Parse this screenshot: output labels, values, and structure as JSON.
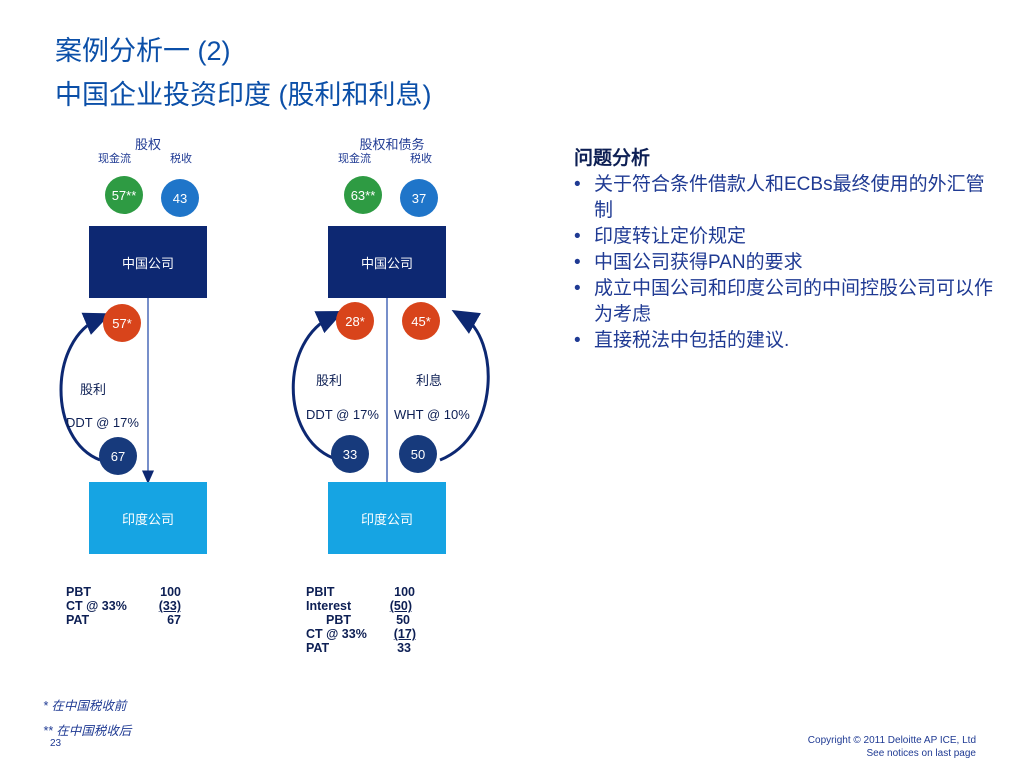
{
  "title": {
    "line1": "案例分析一 (2)",
    "line2": "中国企业投资印度 (股利和利息)"
  },
  "left_scenario": {
    "heading": "股权",
    "cashflow_label": "现金流",
    "tax_label": "税收",
    "top_cash": "57**",
    "top_tax": "43",
    "parent_box": "中国公司",
    "mid_red": "57*",
    "flow_label": "股利",
    "tax_rate_label": "DDT @ 17%",
    "bottom_value": "67",
    "sub_box": "印度公司",
    "financials": [
      {
        "label": "PBT",
        "value": "100"
      },
      {
        "label": "CT @ 33%",
        "value": "(33)"
      },
      {
        "label": "PAT",
        "value": "67"
      }
    ]
  },
  "right_scenario": {
    "heading": "股权和债务",
    "cashflow_label": "现金流",
    "tax_label": "税收",
    "top_cash": "63**",
    "top_tax": "37",
    "parent_box": "中国公司",
    "mid_red_left": "28*",
    "mid_red_right": "45*",
    "flow_label_left": "股利",
    "flow_label_right": "利息",
    "tax_rate_left": "DDT @ 17%",
    "tax_rate_right": "WHT @ 10%",
    "bottom_left": "33",
    "bottom_right": "50",
    "sub_box": "印度公司",
    "financials": [
      {
        "label": "PBIT",
        "value": "100"
      },
      {
        "label": "Interest",
        "value": "(50)"
      },
      {
        "label": "PBT",
        "value": "50"
      },
      {
        "label": "CT @ 33%",
        "value": "(17)"
      },
      {
        "label": "PAT",
        "value": "33"
      }
    ]
  },
  "issues": {
    "heading": "问题分析",
    "bullets": [
      "关于符合条件借款人和ECBs最终使用的外汇管制",
      "印度转让定价规定",
      "中国公司获得PAN的要求",
      "成立中国公司和印度公司的中间控股公司可以作为考虑",
      "直接税法中包括的建议."
    ]
  },
  "notes": {
    "note1": "* 在中国税收前",
    "note2": "** 在中国税收后"
  },
  "footer": {
    "page_number": "23",
    "copyright": "Copyright © 2011 Deloitte AP ICE, Ltd",
    "notices": "See notices on last page"
  },
  "colors": {
    "title": "#0b4fa8",
    "navy_box": "#0d2872",
    "light_box": "#16a4e3",
    "green": "#2e9b43",
    "blue": "#1f75c9",
    "red": "#d8441b"
  }
}
